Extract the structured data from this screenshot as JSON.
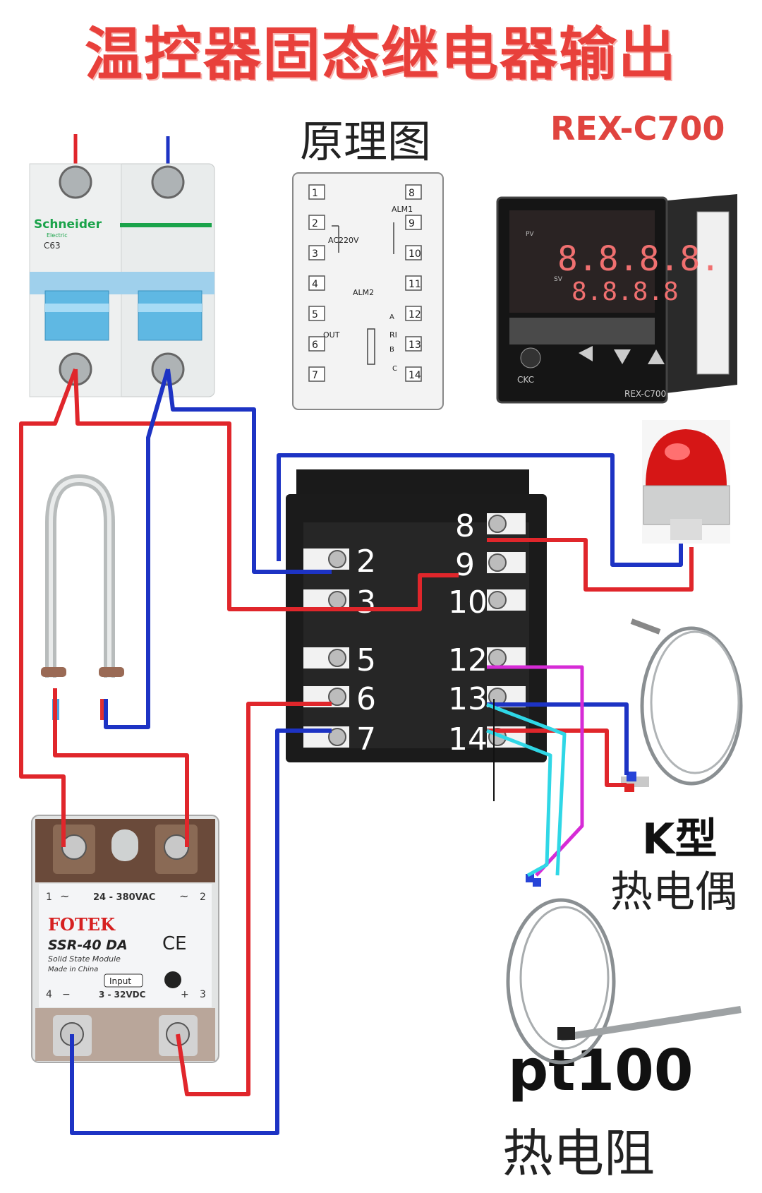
{
  "title": "温控器固态继电器输出",
  "schematic_label": "原理图",
  "model_label": "REX-C700",
  "breaker": {
    "brand": "Schneider",
    "brand_sub": "Electric",
    "rating": "C63"
  },
  "schematic_card": {
    "terminals": [
      "1",
      "2",
      "3",
      "4",
      "5",
      "6",
      "7",
      "8",
      "9",
      "10",
      "11",
      "12",
      "13",
      "14"
    ],
    "texts": {
      "ac": "AC220V",
      "alm1": "ALM1",
      "alm2": "ALM2",
      "out": "OUT",
      "ri": "RI",
      "a": "A",
      "b": "B",
      "c": "C"
    }
  },
  "controller_display": {
    "pv_label": "PV",
    "sv_label": "SV",
    "pv": "8.8.8.8.",
    "sv": "8.8.8.8",
    "brand": "CKC",
    "model": "REX-C700"
  },
  "terminal_block": {
    "left": [
      "2",
      "3",
      "5",
      "6",
      "7"
    ],
    "right": [
      "8",
      "9",
      "10",
      "12",
      "13",
      "14"
    ]
  },
  "ssr": {
    "range_ac": "24 - 380VAC",
    "brand": "FOTEK",
    "model": "SSR-40 DA",
    "desc1": "Solid State Module",
    "desc2": "Made in China",
    "input_label": "Input",
    "range_dc": "3 - 32VDC",
    "ce": "CE",
    "t1": "1",
    "t2": "2",
    "t3": "3",
    "t4": "4",
    "minus": "−",
    "plus": "+",
    "tilde": "~"
  },
  "thermocouple_label": "K型",
  "thermocouple_desc": "热电偶",
  "rtd_label": "pt100",
  "rtd_desc": "热电阻",
  "colors": {
    "red_wire": "#e0262b",
    "blue_wire": "#1d33c4",
    "magenta_wire": "#d62bd6",
    "cyan_wire": "#2fd7e6",
    "title": "#e8403b"
  }
}
